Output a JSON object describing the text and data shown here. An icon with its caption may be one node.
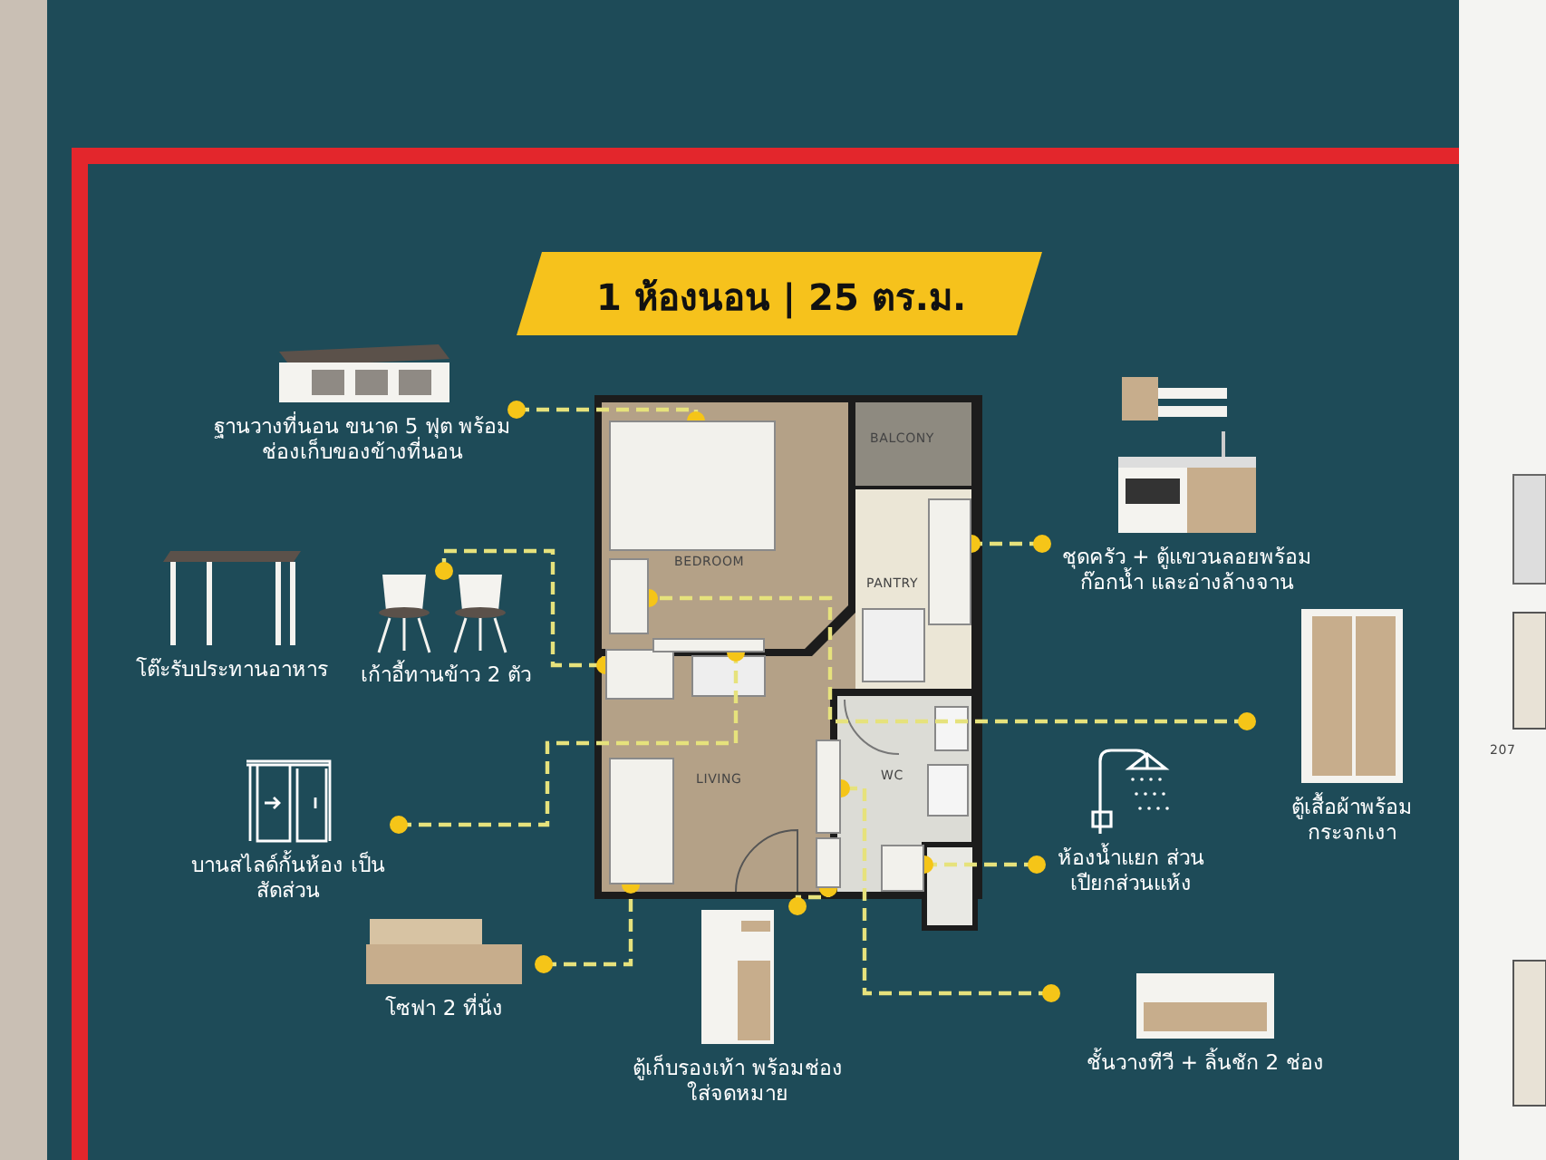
{
  "diagram": {
    "title": "1 ห้องนอน | 25 ตร.ม.",
    "nodes": [
      {
        "text": [
          "ฐานวางที่นอน ขนาด 5 ฟุต พร้อมช่องเก็บของข้างที่นอน"
        ]
      },
      {
        "text": [
          "ชุดครัว + ตู้แขวนลอยพร้อม ก๊อกน้ำ และอ่างล้างจาน"
        ]
      },
      {
        "text": [
          "โต๊ะรับประทานอาหาร"
        ]
      },
      {
        "text": [
          "เก้าอี้ทานข้าว 2 ตัว"
        ]
      },
      {
        "text": [
          "ตู้เสื้อผ้าพร้อมกระจกเงา"
        ]
      },
      {
        "text": [
          "บานสไลด์กั้นห้อง เป็นสัดส่วน"
        ]
      },
      {
        "text": [
          "ห้องน้ำแยก ส่วนเปียกส่วนแห้ง"
        ]
      },
      {
        "text": [
          "โซฟา 2 ที่นั่ง"
        ]
      },
      {
        "text": [
          "ตู้เก็บรองเท้า พร้อมช่องใส่จดหมาย"
        ]
      },
      {
        "text": [
          "ชั้นวางทีวี + ลิ้นชัก 2 ช่อง"
        ]
      },
      {
        "text": [],
        "shape": "box"
      },
      {
        "text": [],
        "shape": "box"
      },
      {
        "text": [],
        "shape": "box"
      },
      {
        "text": [],
        "shape": "box"
      },
      {
        "text": [],
        "shape": "box"
      },
      {
        "text": [],
        "shape": "box"
      },
      {
        "text": [],
        "shape": "box"
      },
      {
        "text": [],
        "shape": "box"
      },
      {
        "text": [],
        "shape": "box"
      }
    ],
    "edges": [
      {
        "from": 0,
        "to": 10,
        "arrow": "other",
        "style": "dashed"
      },
      {
        "from": 1,
        "to": 14,
        "arrow": "other",
        "style": "dashed"
      },
      {
        "from": 3,
        "to": 12,
        "arrow": "other",
        "style": "dashed"
      },
      {
        "from": 4,
        "to": 11,
        "arrow": "other",
        "style": "dashed"
      },
      {
        "from": 5,
        "to": 13,
        "arrow": "other",
        "style": "dashed"
      },
      {
        "from": 6,
        "to": 17,
        "arrow": "other",
        "style": "dashed"
      },
      {
        "from": 7,
        "to": 15,
        "arrow": "other",
        "style": "dashed"
      },
      {
        "from": 8,
        "to": 18,
        "arrow": "other",
        "style": "dashed"
      },
      {
        "from": 9,
        "to": 16,
        "arrow": "other",
        "style": "dashed"
      }
    ],
    "labels": [
      "BALCONY",
      "BEDROOM",
      "PANTRY",
      "LIVING",
      "WC",
      "207"
    ]
  }
}
